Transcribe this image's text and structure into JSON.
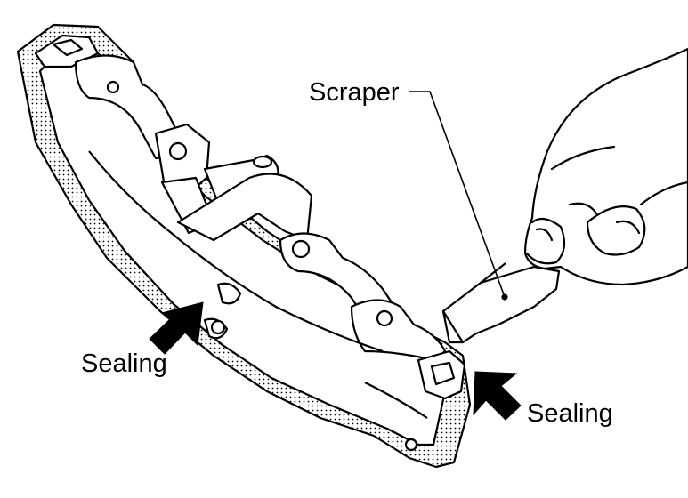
{
  "labels": {
    "scraper": "Scraper",
    "sealing_left": "Sealing",
    "sealing_right": "Sealing"
  },
  "colors": {
    "ink": "#000000",
    "paper": "#ffffff"
  }
}
